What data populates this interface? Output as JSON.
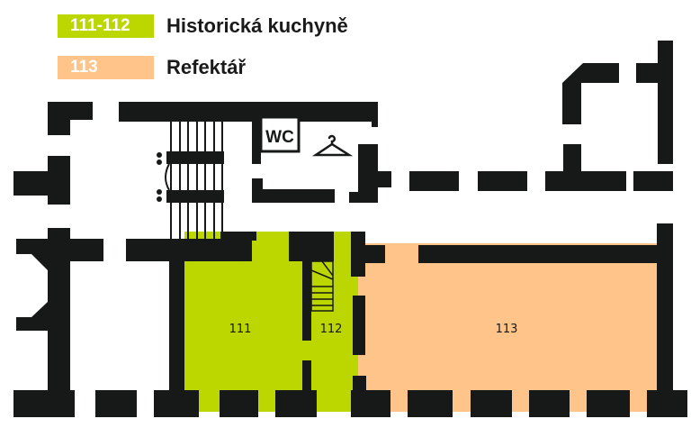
{
  "legend": [
    {
      "code": "111-112",
      "label": "Historická kuchyně",
      "color": "#bcd600"
    },
    {
      "code": "113",
      "label": "Refektář",
      "color": "#fec48a"
    }
  ],
  "rooms": [
    {
      "number": "111",
      "color": "#bcd600"
    },
    {
      "number": "112",
      "color": "#bcd600"
    },
    {
      "number": "113",
      "color": "#fec48a"
    }
  ],
  "facilities": {
    "wc": "WC",
    "icons": [
      "wc-sign",
      "coat-hanger-icon",
      "stairs"
    ]
  },
  "colors": {
    "wall": "#171918"
  }
}
